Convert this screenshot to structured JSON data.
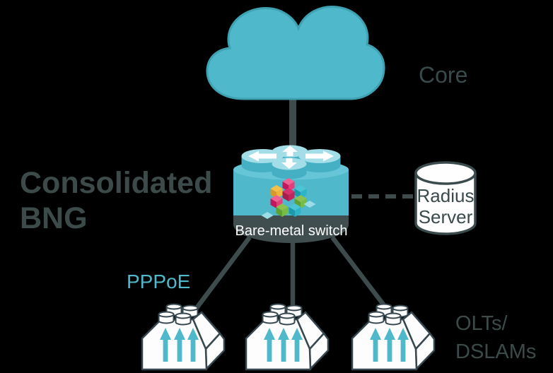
{
  "diagram": {
    "background_color": "#000000",
    "labels": {
      "title_line1": "Consolidated",
      "title_line2": "BNG",
      "core": "Core",
      "switch": "Bare-metal switch",
      "radius_line1": "Radius",
      "radius_line2": "Server",
      "pppoe": "PPPoE",
      "access_line1": "OLTs/",
      "access_line2": "DSLAMs"
    },
    "colors": {
      "teal": "#4FB8CA",
      "teal_top": "#66C5D6",
      "teal_port_top": "#A2DDE8",
      "slate_text": "#3C4A4A",
      "slate_line": "#3E4B4D",
      "switch_base_band": "#414E4F",
      "outline": "#37474F",
      "white": "#FFFFFF",
      "logo_pink": "#E2407B",
      "logo_crimson": "#C2255C",
      "logo_yellow": "#F0B33C",
      "logo_teal": "#2FB3C6",
      "logo_green": "#77BD43"
    },
    "icons": {
      "cloud-icon": "core network cloud",
      "bng-switch-icon": "cylindrical bare-metal switch with port arrows",
      "cubes-logo-icon": "isometric colored cubes logo",
      "radius-db-icon": "database cylinder",
      "dslam-building-icon": "access node building with roof cylinders and three up arrows",
      "port-arrow-icons": "white up/down/left/right arrows"
    }
  }
}
